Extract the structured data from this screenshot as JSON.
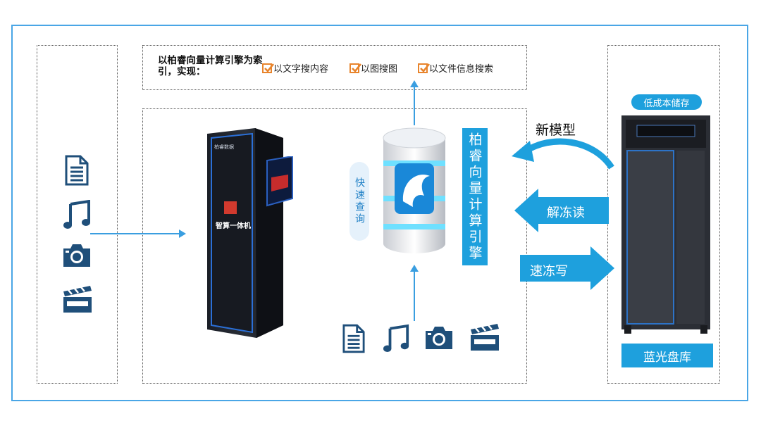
{
  "header": {
    "title": "以柏睿向量计算引擎为索引，实现：",
    "features": [
      "以文字搜内容",
      "以图搜图",
      "以文件信息搜索"
    ]
  },
  "left": {
    "icons": [
      "document-icon",
      "music-note-icon",
      "camera-icon",
      "clapperboard-icon"
    ]
  },
  "center": {
    "appliance_brand": "柏睿数据",
    "appliance_label": "智算一体机",
    "quick_query": "快速查询",
    "engine_label": "柏睿向量计算引擎",
    "bottom_icons": [
      "document-icon",
      "music-note-icon",
      "camera-icon",
      "clapperboard-icon"
    ]
  },
  "arrows": {
    "new_model": "新模型",
    "thaw_read": "解冻读",
    "freeze_write": "速冻写"
  },
  "right": {
    "low_cost": "低成本储存",
    "library": "蓝光盘库"
  },
  "colors": {
    "accent": "#1ea0dd",
    "frame": "#4aa6e6",
    "icon": "#1f4f7a",
    "check": "#e8842c"
  }
}
